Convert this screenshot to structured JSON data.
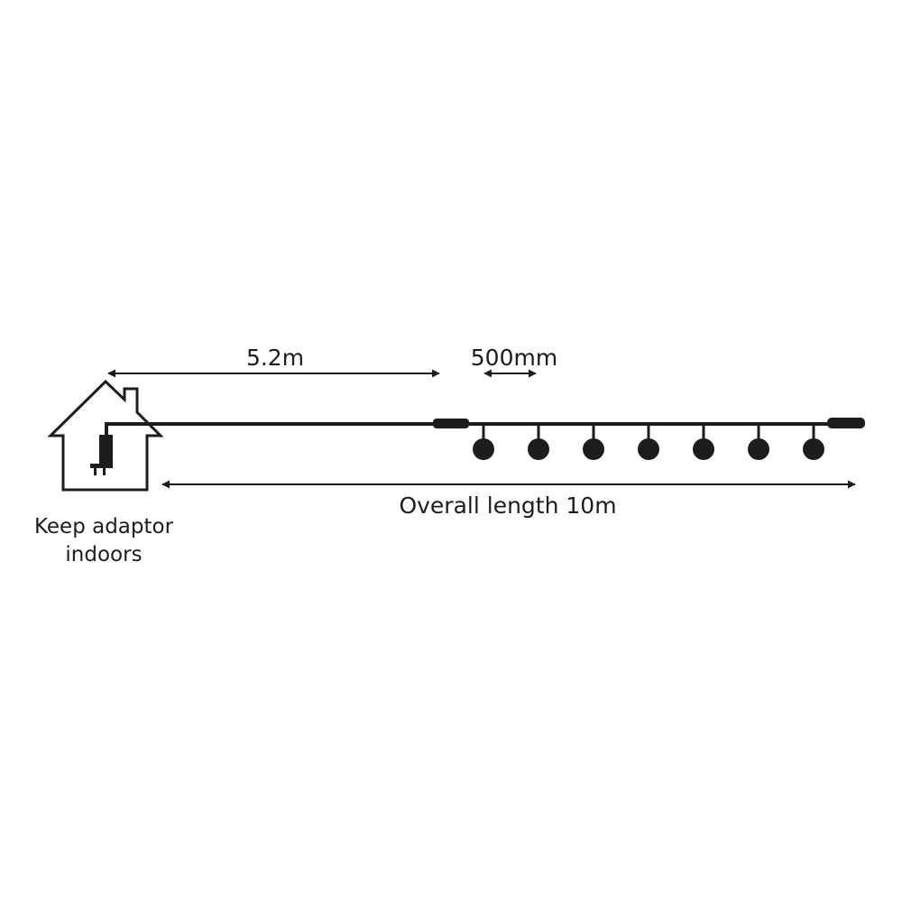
{
  "labels": {
    "lead_cable_length": "5.2m",
    "bulb_spacing": "500mm",
    "overall_length": "Overall length 10m",
    "note_line1": "Keep adaptor",
    "note_line2": "indoors"
  },
  "bulbs": {
    "count": 7
  },
  "colors": {
    "ink": "#1d1d1b",
    "background": "#ffffff"
  },
  "icons": {
    "building": "house-icon",
    "power": "plug-adaptor-icon"
  }
}
